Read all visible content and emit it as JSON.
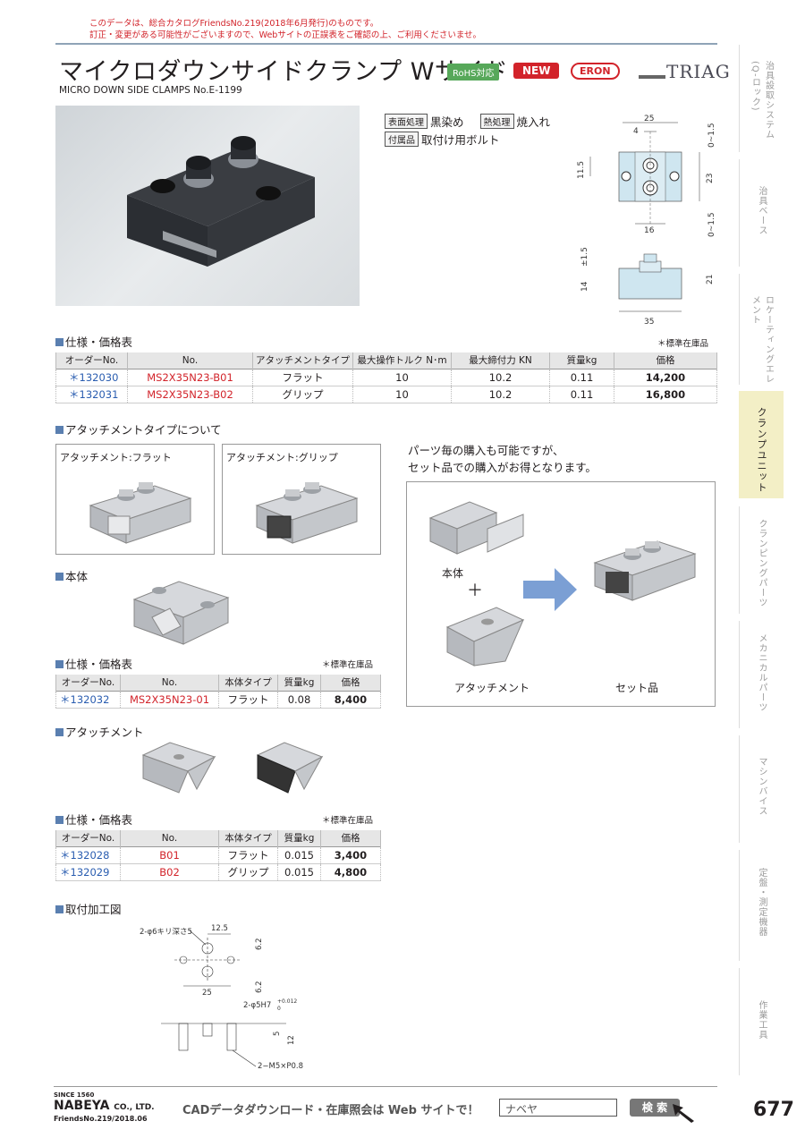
{
  "notice": {
    "line1": "このデータは、総合カタログFriendsNo.219(2018年6月発行)のものです。",
    "line2": "訂正・変更がある可能性がございますので、Webサイトの正誤表をご確認の上、ご利用くださいませ。"
  },
  "header": {
    "title": "マイクロダウンサイドクランプ Wサイド",
    "subtitle": "MICRO DOWN SIDE CLAMPS  No.E-1199",
    "badge_rohs": "RoHS対応",
    "badge_new": "NEW",
    "brand_eron": "ERON",
    "brand_triag": "TRIAG"
  },
  "attributes": {
    "surface_tag": "表面処理",
    "surface_value": "黒染め",
    "heat_tag": "熱処理",
    "heat_value": "焼入れ",
    "accessory_tag": "付属品",
    "accessory_value": "取付け用ボルト"
  },
  "dims_top": {
    "w25": "25",
    "w4": "4",
    "h15a": "0~1.5",
    "h115": "11.5",
    "h23": "23",
    "w16": "16",
    "h15b": "0~1.5"
  },
  "dims_side": {
    "pm15": "±1.5",
    "h14": "14",
    "h21": "21",
    "w35": "35"
  },
  "spec1": {
    "heading": "仕様・価格表",
    "note": "＊標準在庫品",
    "columns": [
      "オーダーNo.",
      "No.",
      "アタッチメントタイプ",
      "最大操作トルク N･m",
      "最大締付力 KN",
      "質量kg",
      "価格"
    ],
    "rows": [
      {
        "order": "＊132030",
        "no": "MS2X35N23-B01",
        "type": "フラット",
        "torque": "10",
        "force": "10.2",
        "mass": "0.11",
        "price": "14,200"
      },
      {
        "order": "＊132031",
        "no": "MS2X35N23-B02",
        "type": "グリップ",
        "torque": "10",
        "force": "10.2",
        "mass": "0.11",
        "price": "16,800"
      }
    ]
  },
  "attach_section": {
    "heading": "アタッチメントタイプについて",
    "flat_label": "アタッチメント:フラット",
    "grip_label": "アタッチメント:グリップ"
  },
  "purchase": {
    "line1": "パーツ毎の購入も可能ですが、",
    "line2": "セット品での購入がお得となります。",
    "body_label": "本体",
    "plus": "＋",
    "attach_label": "アタッチメント",
    "set_label": "セット品"
  },
  "body_section": {
    "heading": "本体"
  },
  "spec2": {
    "heading": "仕様・価格表",
    "note": "＊標準在庫品",
    "columns": [
      "オーダーNo.",
      "No.",
      "本体タイプ",
      "質量kg",
      "価格"
    ],
    "rows": [
      {
        "order": "＊132032",
        "no": "MS2X35N23-01",
        "type": "フラット",
        "mass": "0.08",
        "price": "8,400"
      }
    ]
  },
  "attachment_section": {
    "heading": "アタッチメント"
  },
  "spec3": {
    "heading": "仕様・価格表",
    "note": "＊標準在庫品",
    "columns": [
      "オーダーNo.",
      "No.",
      "本体タイプ",
      "質量kg",
      "価格"
    ],
    "rows": [
      {
        "order": "＊132028",
        "no": "B01",
        "type": "フラット",
        "mass": "0.015",
        "price": "3,400"
      },
      {
        "order": "＊132029",
        "no": "B02",
        "type": "グリップ",
        "mass": "0.015",
        "price": "4,800"
      }
    ]
  },
  "mount": {
    "heading": "取付加工図",
    "hole_label": "2-φ6キリ深さ5",
    "d125": "12.5",
    "d62a": "6.2",
    "d62b": "6.2",
    "d25": "25",
    "pin_label": "2-φ5H7",
    "pin_tol": "+0.012",
    "pin_tol0": "0",
    "d5": "5",
    "d12": "12",
    "screw_label": "2−M5×P0.8"
  },
  "sidebar": {
    "items": [
      {
        "label": "治具設取システム(Q-ロック)"
      },
      {
        "label": "治具ベース"
      },
      {
        "label": "ロケーティングエレメント"
      },
      {
        "label": "クランプユニット"
      },
      {
        "label": "クランピングパーツ"
      },
      {
        "label": "メカニカルパーツ"
      },
      {
        "label": "マシンバイス"
      },
      {
        "label": "定盤・測定機器"
      },
      {
        "label": "作業工具"
      }
    ]
  },
  "footer": {
    "since": "SINCE 1560",
    "company": "NABEYA",
    "company_suffix": "CO., LTD.",
    "catalog": "FriendsNo.219/2018.06",
    "cad_text": "CADデータダウンロード・在庫照会は Web サイトで！",
    "search_value": "ナベヤ",
    "search_button": "検 索",
    "page_number": "677"
  }
}
